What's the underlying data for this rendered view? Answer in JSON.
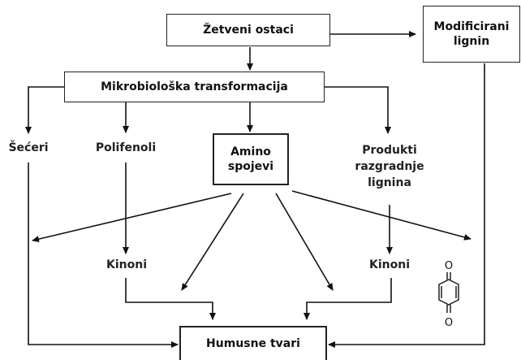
{
  "nodes": {
    "crop_residues": "Žetveni ostaci",
    "modified_lignin_line1": "Modificirani",
    "modified_lignin_line2": "lignin",
    "microbial_transformation": "Mikrobiološka transformacija",
    "sugars": "Šećeri",
    "polyphenols": "Polifenoli",
    "amino_line1": "Amino",
    "amino_line2": "spojevi",
    "lignin_products_line1": "Produkti",
    "lignin_products_line2": "razgradnje",
    "lignin_products_line3": "lignina",
    "quinones_left": "Kinoni",
    "quinones_right": "Kinoni",
    "humic_substances": "Humusne tvari"
  },
  "quinone_structure": {
    "top_atom": "O",
    "bottom_atom": "O"
  },
  "colors": {
    "line": "#111111",
    "box_border": "#222222",
    "text": "#222222"
  }
}
